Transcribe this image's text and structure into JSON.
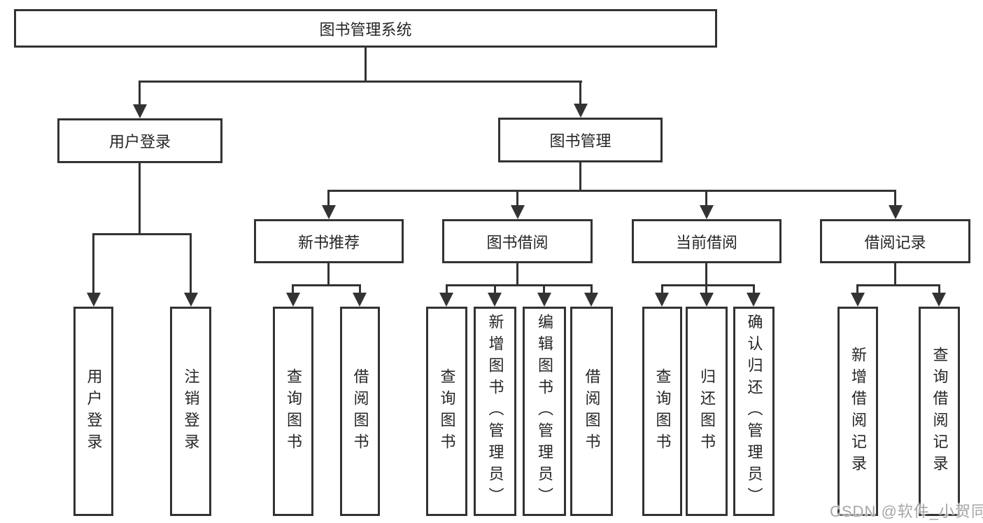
{
  "colors": {
    "line": "#333333",
    "text": "#262626",
    "background": "#ffffff",
    "watermark": "#a6a6a6"
  },
  "tree": {
    "root": {
      "label": "图书管理系统"
    },
    "branches": [
      {
        "label": "用户登录",
        "children": [
          {
            "label": "用户登录"
          },
          {
            "label": "注销登录"
          }
        ]
      },
      {
        "label": "图书管理",
        "children": [
          {
            "label": "新书推荐",
            "children": [
              {
                "label": "查询图书"
              },
              {
                "label": "借阅图书"
              }
            ]
          },
          {
            "label": "图书借阅",
            "children": [
              {
                "label": "查询图书"
              },
              {
                "label": "新增图书（管理员）"
              },
              {
                "label": "编辑图书（管理员）"
              },
              {
                "label": "借阅图书"
              }
            ]
          },
          {
            "label": "当前借阅",
            "children": [
              {
                "label": "查询图书"
              },
              {
                "label": "归还图书"
              },
              {
                "label": "确认归还（管理员）"
              }
            ]
          },
          {
            "label": "借阅记录",
            "children": [
              {
                "label": "新增借阅记录"
              },
              {
                "label": "查询借阅记录"
              }
            ]
          }
        ]
      }
    ]
  },
  "watermark": "CSDN @软件_小贺同学"
}
